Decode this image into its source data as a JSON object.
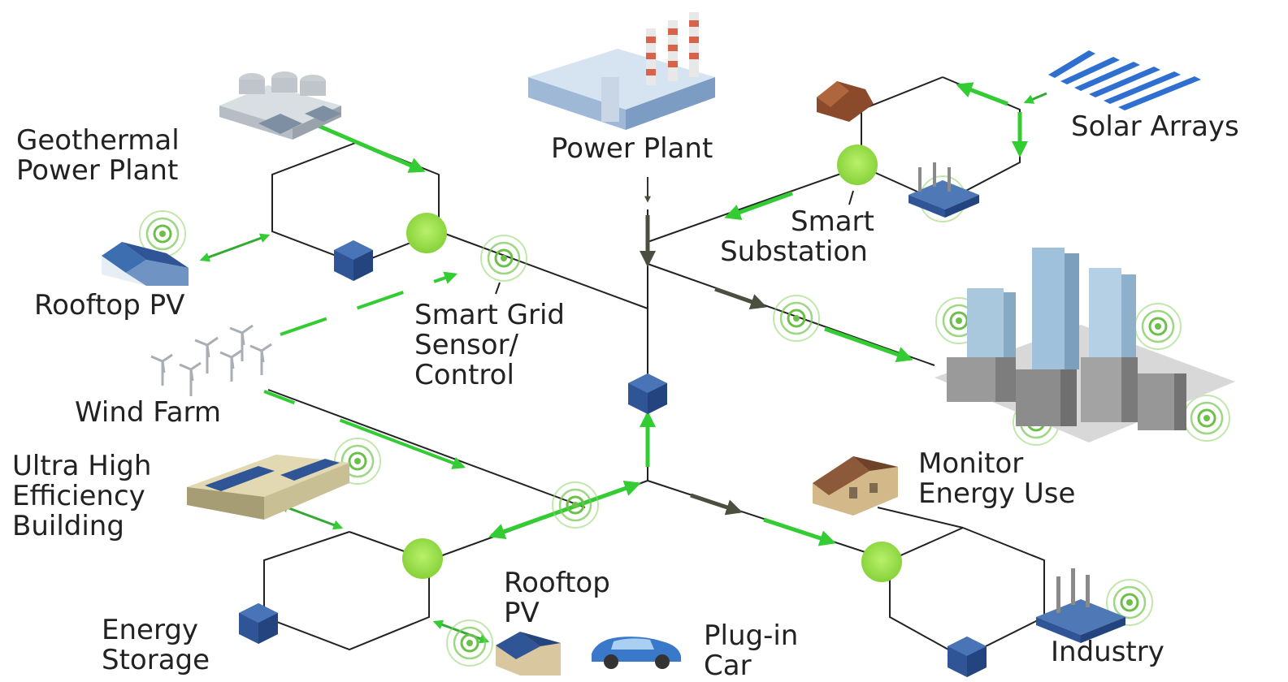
{
  "labels": {
    "geothermal": [
      "Geothermal",
      "Power Plant"
    ],
    "power_plant": [
      "Power Plant"
    ],
    "solar_arrays": [
      "Solar Arrays"
    ],
    "smart_substation": [
      "Smart",
      "Substation"
    ],
    "rooftop_pv_top": [
      "Rooftop PV"
    ],
    "smart_grid_sensor": [
      "Smart Grid",
      "Sensor/",
      "Control"
    ],
    "wind_farm": [
      "Wind Farm"
    ],
    "ultra_high_building": [
      "Ultra High",
      "Efficiency",
      "Building"
    ],
    "monitor_energy": [
      "Monitor",
      "Energy Use"
    ],
    "rooftop_pv_bottom": [
      "Rooftop",
      "PV"
    ],
    "energy_storage": [
      "Energy",
      "Storage"
    ],
    "plugin_car": [
      "Plug-in",
      "Car"
    ],
    "industry": [
      "Industry"
    ]
  },
  "colors": {
    "arrow_green": "#33cc33",
    "dark_arrow": "#4a4f40",
    "node_green": "#9ce24a",
    "box_blue": "#2f5597",
    "signal_green": "#6cc04a",
    "line": "#222222"
  }
}
